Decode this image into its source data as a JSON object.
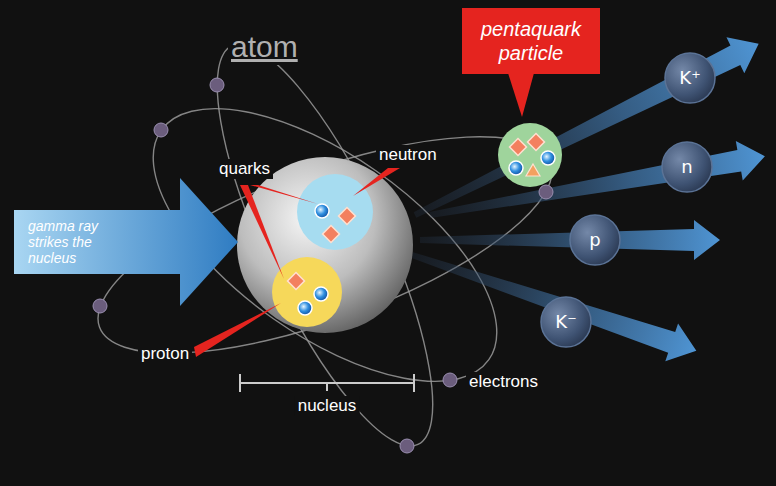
{
  "diagram": {
    "nodes": [
      {
        "text": [
          "pentaquark particle"
        ]
      },
      {
        "text": [
          "K⁺"
        ]
      },
      {
        "text": [
          "n"
        ]
      },
      {
        "text": [
          "gamma ray strikes the nucleus"
        ]
      },
      {
        "text": [
          "p"
        ]
      },
      {
        "text": [
          "K⁻"
        ]
      }
    ],
    "labels": [
      "atom",
      "quarks",
      "neutron",
      "proton",
      "nucleus",
      "electrons"
    ]
  }
}
